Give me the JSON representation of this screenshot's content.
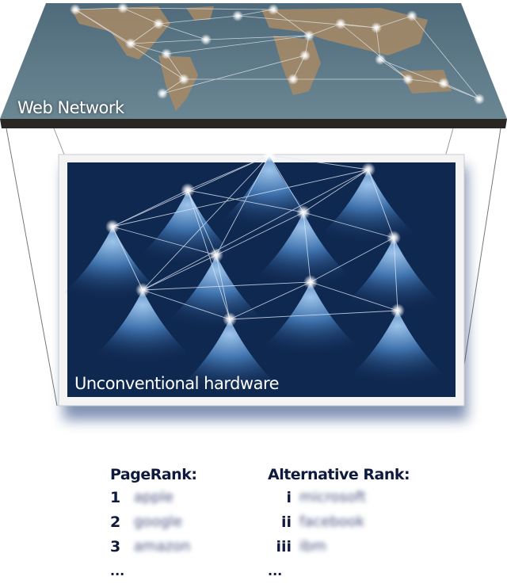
{
  "top_panel": {
    "label": "Web Network"
  },
  "bottom_panel": {
    "label": "Unconventional hardware"
  },
  "colors": {
    "map_sea": "#5b7584",
    "hardware_bg": "#0f2850",
    "peak": "#3d6fa8",
    "text_dark": "#0f1a3d"
  },
  "rankings": {
    "pagerank": {
      "title": "PageRank:",
      "items": [
        {
          "rank": "1",
          "name": "apple"
        },
        {
          "rank": "2",
          "name": "google"
        },
        {
          "rank": "3",
          "name": "amazon"
        }
      ],
      "more": "..."
    },
    "alternative": {
      "title": "Alternative Rank:",
      "items": [
        {
          "rank": "i",
          "name": "microsoft"
        },
        {
          "rank": "ii",
          "name": "facebook"
        },
        {
          "rank": "iii",
          "name": "ibm"
        }
      ],
      "more": "..."
    }
  }
}
